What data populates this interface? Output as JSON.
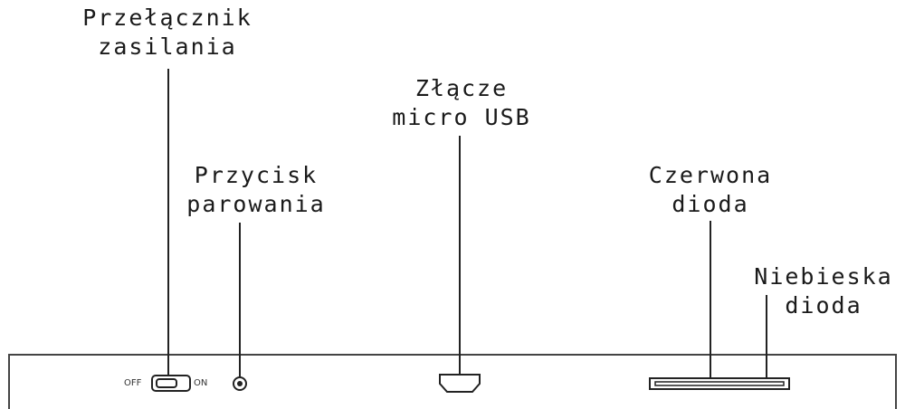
{
  "labels": {
    "power_switch": [
      "Przełącznik",
      "zasilania"
    ],
    "pairing_button": [
      "Przycisk",
      "parowania"
    ],
    "usb_port": [
      "Złącze",
      "micro USB"
    ],
    "red_led": [
      "Czerwona",
      "dioda"
    ],
    "blue_led": [
      "Niebieska",
      "dioda"
    ]
  },
  "switch": {
    "off_label": "OFF",
    "on_label": "ON"
  }
}
